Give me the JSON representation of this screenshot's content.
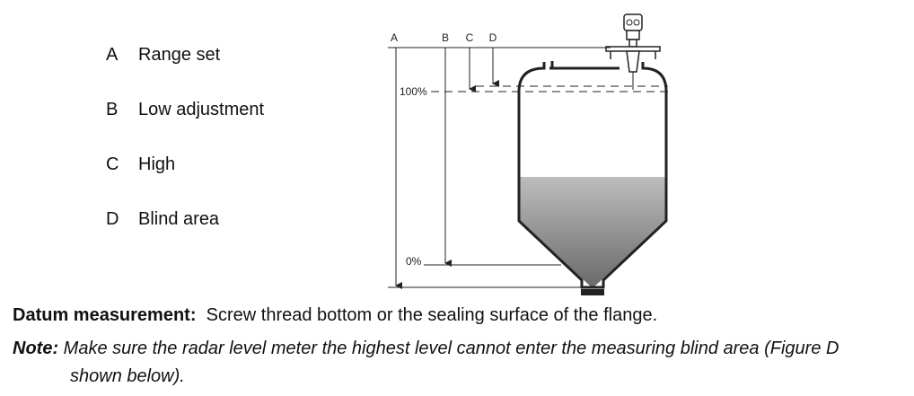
{
  "legend": [
    {
      "letter": "A",
      "label": "Range set"
    },
    {
      "letter": "B",
      "label": "Low adjustment"
    },
    {
      "letter": "C",
      "label": "High"
    },
    {
      "letter": "D",
      "label": "Blind area"
    }
  ],
  "diagram": {
    "markers": {
      "a": "A",
      "b": "B",
      "c": "C",
      "d": "D"
    },
    "level_100": "100%",
    "level_0": "0%"
  },
  "datum": {
    "label": "Datum measurement:",
    "text": "Screw thread bottom or the sealing surface of the flange."
  },
  "note": {
    "label": "Note:",
    "text_line1": "Make sure the radar level meter the highest level cannot enter the measuring blind area (Figure D",
    "text_line2": "shown below)."
  },
  "colors": {
    "line": "#222222",
    "liquid_top": "#b8b8b8",
    "liquid_bottom": "#6e6e6e"
  }
}
